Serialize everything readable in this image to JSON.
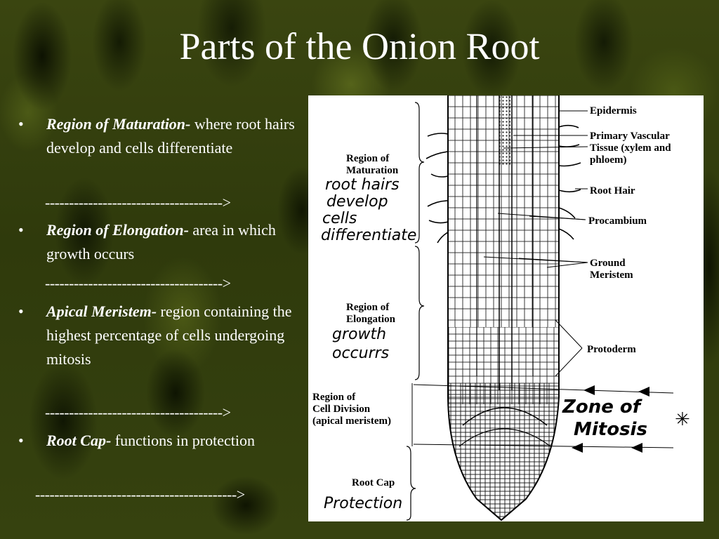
{
  "slide": {
    "title": "Parts of the Onion Root"
  },
  "bullets": [
    {
      "term": "Region of Maturation-",
      "desc": " where root hairs develop and cells differentiate"
    },
    {
      "term": "Region of Elongation-",
      "desc": " area in which growth occurs"
    },
    {
      "term": "Apical Meristem-",
      "desc": " region containing the highest percentage of cells undergoing mitosis"
    },
    {
      "term": "Root Cap-",
      "desc": " functions in protection"
    }
  ],
  "bullet_glyph": "•",
  "arrows": [
    "------------------------------------->",
    "------------------------------------->",
    "------------------------------------->",
    "------------------------------------------>"
  ],
  "diagram": {
    "right_labels": {
      "epidermis": "Epidermis",
      "vascular_1": "Primary Vascular",
      "vascular_2": "Tissue (xylem and",
      "vascular_3": "phloem)",
      "root_hair": "Root Hair",
      "procambium": "Procambium",
      "ground_1": "Ground",
      "ground_2": "Meristem",
      "protoderm": "Protoderm"
    },
    "left_labels": {
      "maturation_1": "Region of",
      "maturation_2": "Maturation",
      "elongation_1": "Region of",
      "elongation_2": "Elongation",
      "division_1": "Region of",
      "division_2": "Cell Division",
      "division_3": "(apical meristem)",
      "rootcap": "Root Cap"
    },
    "handwritten": {
      "maturation_1": "root hairs",
      "maturation_2": "develop",
      "maturation_3": "cells",
      "maturation_4": "differentiate",
      "elongation_1": "growth",
      "elongation_2": "occurrs",
      "zone_1": "Zone of",
      "zone_2": "Mitosis",
      "rootcap": "Protection",
      "star": "✳"
    }
  }
}
